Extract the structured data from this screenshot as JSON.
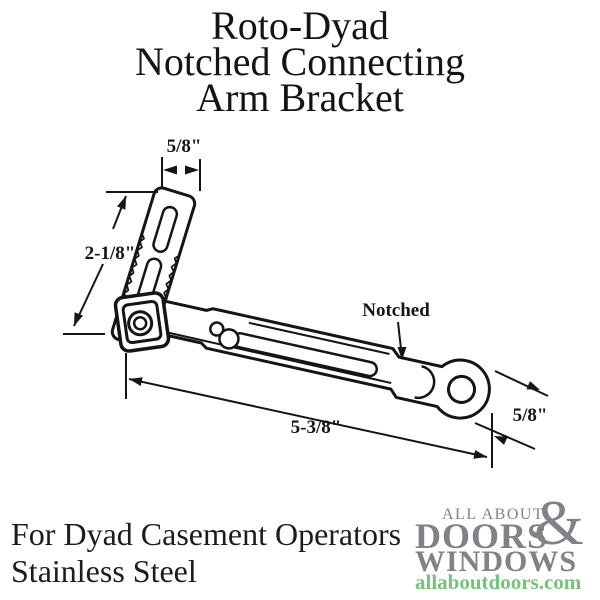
{
  "title": {
    "line1": "Roto-Dyad",
    "line2": "Notched Connecting",
    "line3": "Arm Bracket"
  },
  "diagram": {
    "dimensions": {
      "top_width": "5/8\"",
      "plate_length": "2-1/8\"",
      "notched_label": "Notched",
      "arm_length": "5-3/8\"",
      "end_width": "5/8\""
    }
  },
  "footer": {
    "line1": "For Dyad Casement Operators",
    "line2": "Stainless Steel"
  },
  "logo": {
    "top": "ALL ABOUT",
    "doors": "DOORS",
    "ampersand": "&",
    "windows": "WINDOWS",
    "domain": "allaboutdoors.com",
    "gray": "#818187",
    "green": "#74c376"
  },
  "colors": {
    "ink": "#151515",
    "background": "#ffffff"
  }
}
